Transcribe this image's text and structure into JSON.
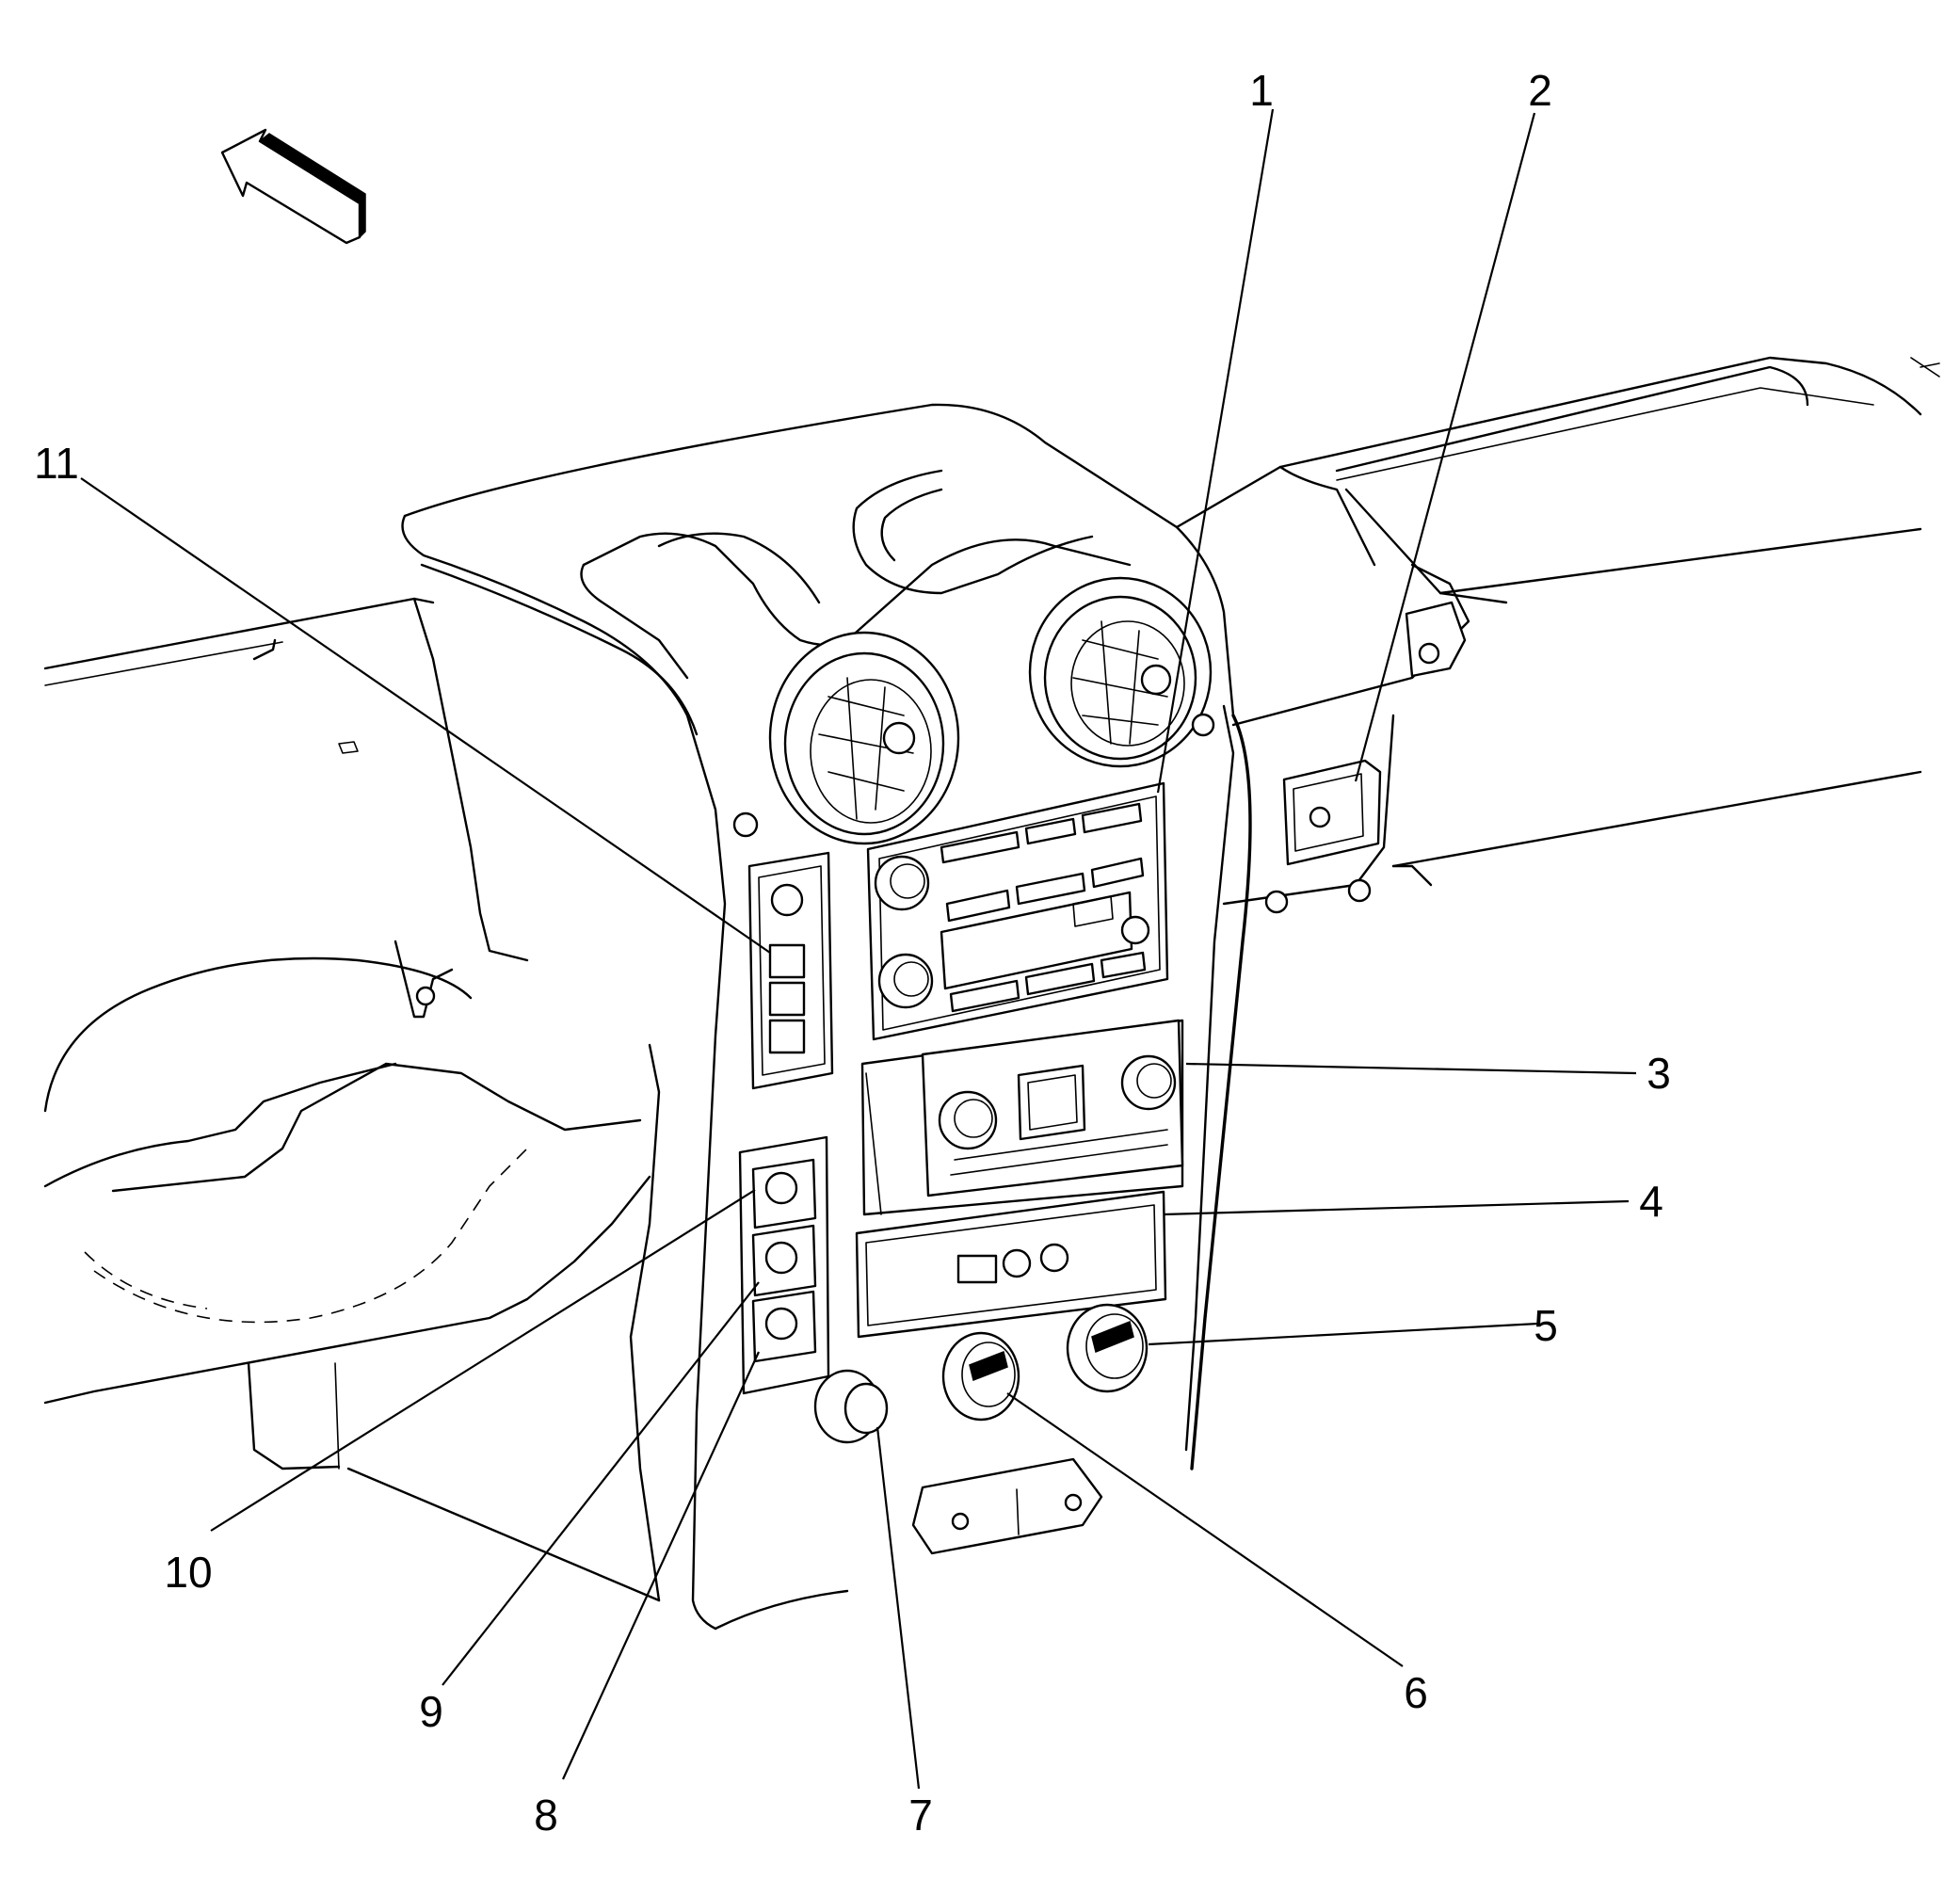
{
  "callouts": [
    {
      "number": "1",
      "label": "1"
    },
    {
      "number": "2",
      "label": "2"
    },
    {
      "number": "3",
      "label": "3"
    },
    {
      "number": "4",
      "label": "4"
    },
    {
      "number": "5",
      "label": "5"
    },
    {
      "number": "6",
      "label": "6"
    },
    {
      "number": "7",
      "label": "7"
    },
    {
      "number": "8",
      "label": "8"
    },
    {
      "number": "9",
      "label": "9"
    },
    {
      "number": "10",
      "label": "10"
    },
    {
      "number": "11",
      "label": "11"
    }
  ],
  "colors": {
    "line": "#000000",
    "background": "#ffffff"
  }
}
